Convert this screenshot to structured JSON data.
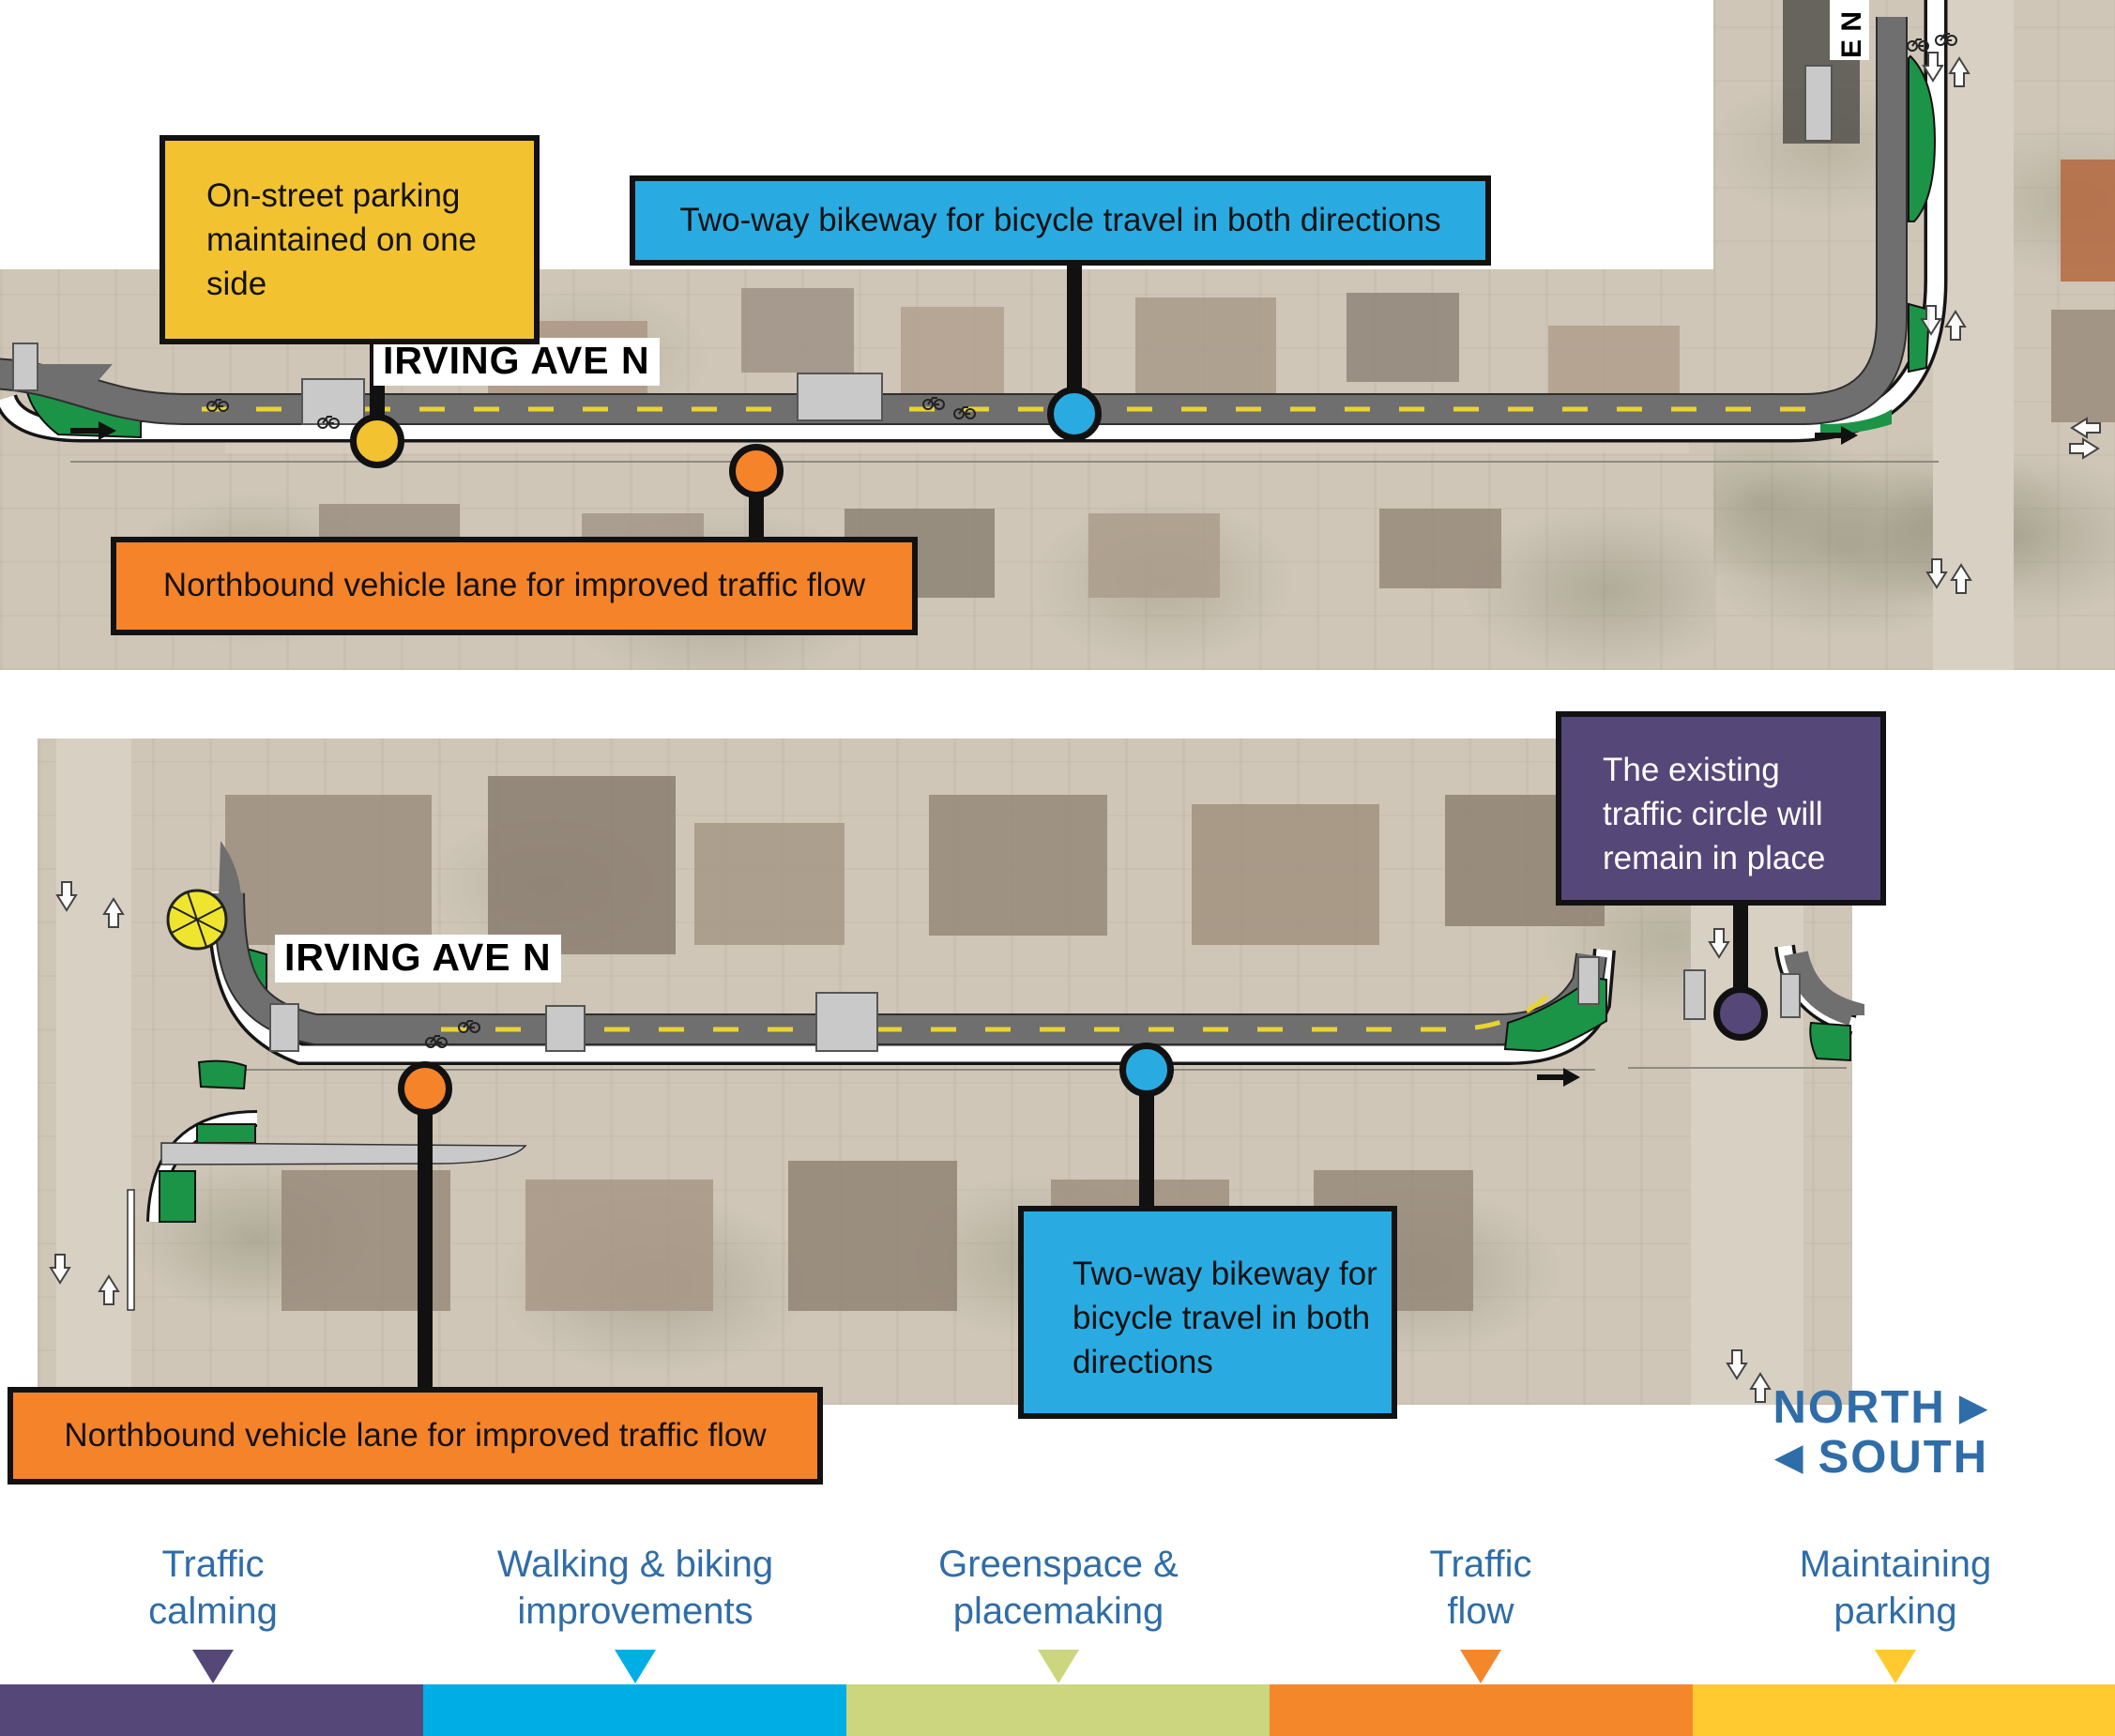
{
  "panels": {
    "top": {
      "street_label": "IRVING AVE N",
      "rotated_street_label": "E N",
      "callouts": {
        "parking": {
          "text": "On-street parking maintained on one side"
        },
        "bikeway": {
          "text": "Two-way bikeway for bicycle travel in both directions"
        },
        "vehicle": {
          "text": "Northbound vehicle lane for improved traffic flow"
        }
      }
    },
    "bottom": {
      "street_label": "IRVING AVE N",
      "callouts": {
        "traffic_circle": {
          "text": "The existing traffic circle will remain in place"
        },
        "vehicle": {
          "text": "Northbound vehicle lane for improved traffic flow"
        },
        "bikeway": {
          "text": "Two-way bikeway for bicycle travel in both directions"
        }
      }
    }
  },
  "compass": {
    "north_label": "NORTH",
    "south_label": "SOUTH",
    "east_arrow": "▶",
    "west_arrow": "◀"
  },
  "legend": {
    "items": [
      {
        "label": "Traffic calming",
        "color": "#564779"
      },
      {
        "label": "Walking & biking improvements",
        "color": "#00AEE6"
      },
      {
        "label": "Greenspace & placemaking",
        "color": "#CBD67E"
      },
      {
        "label": "Traffic flow",
        "color": "#F5872B"
      },
      {
        "label": "Maintaining parking",
        "color": "#FFC92F"
      }
    ]
  },
  "colors": {
    "purple": "#564779",
    "blue": "#29ABE2",
    "orange": "#F5832A",
    "yellow": "#F2C230",
    "green": "#1B9447",
    "road_gray": "#6F6F6F",
    "dash_yellow": "#E8D331",
    "legend_text": "#2F6DA8"
  }
}
